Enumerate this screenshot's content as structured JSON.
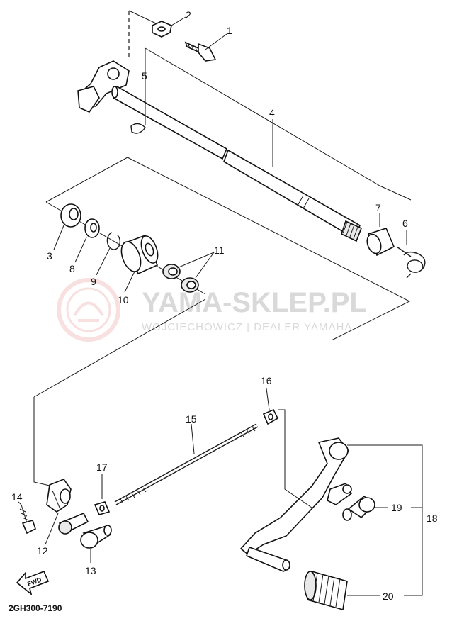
{
  "diagram_code": "2GH300-7190",
  "fwd_label": "FWD",
  "watermark": {
    "title": "YAMA-SKLEP.PL",
    "subtitle": "WOJCIECHOWICZ | DEALER YAMAHA"
  },
  "callouts": [
    "1",
    "2",
    "3",
    "4",
    "5",
    "6",
    "7",
    "8",
    "9",
    "10",
    "11",
    "12",
    "13",
    "14",
    "15",
    "16",
    "17",
    "18",
    "19",
    "20"
  ],
  "colors": {
    "ink": "#111111",
    "watermark": "#d9d9d9",
    "watermark_logo": "#f3c7c7"
  }
}
